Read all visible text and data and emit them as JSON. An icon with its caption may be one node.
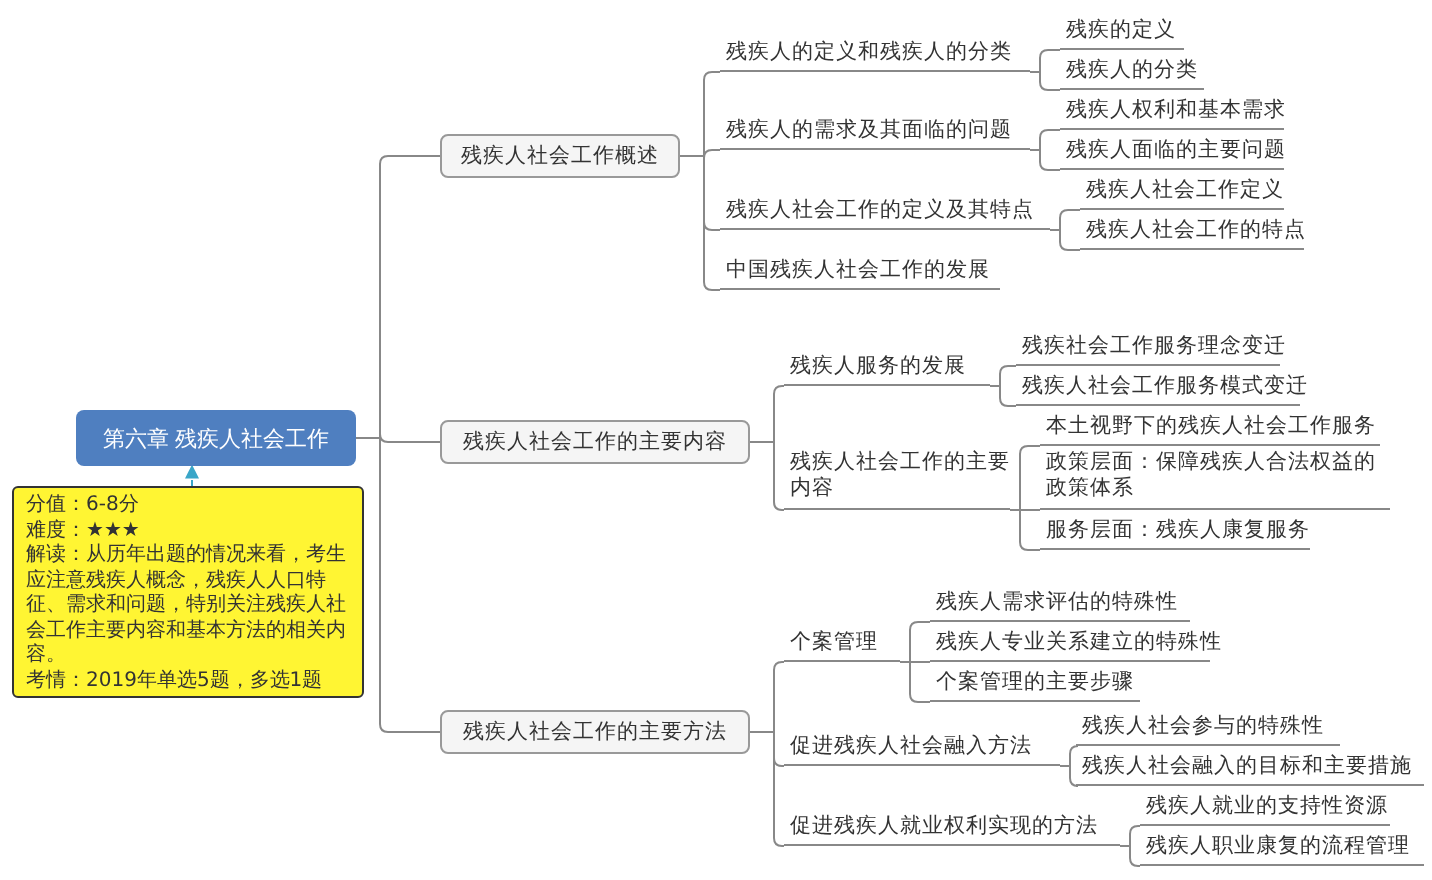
{
  "diagram": {
    "nodes": [
      {
        "text": [
          "第六章 残疾人社会工作"
        ]
      },
      {
        "text": [
          "分值：6-8分",
          "难度：★★★",
          "解读：从历年出题的情况来看，考生应注意残疾人概念，残疾人人口特征、需求和问题，特别关注残疾人社会工作主要内容和基本方法的相关内容。",
          "考情：2019年单选5题，多选1题"
        ]
      },
      {
        "text": [
          "残疾人社会工作概述"
        ]
      },
      {
        "text": [
          "残疾人的定义和残疾人的分类"
        ]
      },
      {
        "text": [
          "残疾的定义"
        ]
      },
      {
        "text": [
          "残疾人的分类"
        ]
      },
      {
        "text": [
          "残疾人的需求及其面临的问题"
        ]
      },
      {
        "text": [
          "残疾人权利和基本需求"
        ]
      },
      {
        "text": [
          "残疾人面临的主要问题"
        ]
      },
      {
        "text": [
          "残疾人社会工作的定义及其特点"
        ]
      },
      {
        "text": [
          "残疾人社会工作定义"
        ]
      },
      {
        "text": [
          "残疾人社会工作的特点"
        ]
      },
      {
        "text": [
          "中国残疾人社会工作的发展"
        ]
      },
      {
        "text": [
          "残疾人社会工作的主要内容"
        ]
      },
      {
        "text": [
          "残疾人服务的发展"
        ]
      },
      {
        "text": [
          "残疾社会工作服务理念变迁"
        ]
      },
      {
        "text": [
          "残疾人社会工作服务模式变迁"
        ]
      },
      {
        "text": [
          "残疾人社会工作的主要内容"
        ]
      },
      {
        "text": [
          "本土视野下的残疾人社会工作服务"
        ]
      },
      {
        "text": [
          "政策层面：保障残疾人合法权益的政策体系"
        ]
      },
      {
        "text": [
          "服务层面：残疾人康复服务"
        ]
      },
      {
        "text": [
          "残疾人社会工作的主要方法"
        ]
      },
      {
        "text": [
          "个案管理"
        ]
      },
      {
        "text": [
          "残疾人需求评估的特殊性"
        ]
      },
      {
        "text": [
          "残疾人专业关系建立的特殊性"
        ]
      },
      {
        "text": [
          "个案管理的主要步骤"
        ]
      },
      {
        "text": [
          "促进残疾人社会融入方法"
        ]
      },
      {
        "text": [
          "残疾人社会参与的特殊性"
        ]
      },
      {
        "text": [
          "残疾人社会融入的目标和主要措施"
        ]
      },
      {
        "text": [
          "促进残疾人就业权利实现的方法"
        ]
      },
      {
        "text": [
          "残疾人就业的支持性资源"
        ]
      },
      {
        "text": [
          "残疾人职业康复的流程管理"
        ]
      }
    ],
    "edges": [
      {
        "from": 1,
        "to": 0,
        "arrow": "to",
        "style": "dashed",
        "color": "#3aa6c8"
      },
      {
        "from": 0,
        "to": 2,
        "arrow": "none"
      },
      {
        "from": 0,
        "to": 13,
        "arrow": "none"
      },
      {
        "from": 0,
        "to": 21,
        "arrow": "none"
      },
      {
        "from": 2,
        "to": 3,
        "arrow": "none"
      },
      {
        "from": 2,
        "to": 6,
        "arrow": "none"
      },
      {
        "from": 2,
        "to": 9,
        "arrow": "none"
      },
      {
        "from": 2,
        "to": 12,
        "arrow": "none"
      },
      {
        "from": 3,
        "to": 4,
        "arrow": "none"
      },
      {
        "from": 3,
        "to": 5,
        "arrow": "none"
      },
      {
        "from": 6,
        "to": 7,
        "arrow": "none"
      },
      {
        "from": 6,
        "to": 8,
        "arrow": "none"
      },
      {
        "from": 9,
        "to": 10,
        "arrow": "none"
      },
      {
        "from": 9,
        "to": 11,
        "arrow": "none"
      },
      {
        "from": 13,
        "to": 14,
        "arrow": "none"
      },
      {
        "from": 13,
        "to": 17,
        "arrow": "none"
      },
      {
        "from": 14,
        "to": 15,
        "arrow": "none"
      },
      {
        "from": 14,
        "to": 16,
        "arrow": "none"
      },
      {
        "from": 17,
        "to": 18,
        "arrow": "none"
      },
      {
        "from": 17,
        "to": 19,
        "arrow": "none"
      },
      {
        "from": 17,
        "to": 20,
        "arrow": "none"
      },
      {
        "from": 21,
        "to": 22,
        "arrow": "none"
      },
      {
        "from": 21,
        "to": 26,
        "arrow": "none"
      },
      {
        "from": 21,
        "to": 29,
        "arrow": "none"
      },
      {
        "from": 22,
        "to": 23,
        "arrow": "none"
      },
      {
        "from": 22,
        "to": 24,
        "arrow": "none"
      },
      {
        "from": 22,
        "to": 25,
        "arrow": "none"
      },
      {
        "from": 26,
        "to": 27,
        "arrow": "none"
      },
      {
        "from": 26,
        "to": 28,
        "arrow": "none"
      },
      {
        "from": 29,
        "to": 30,
        "arrow": "none"
      },
      {
        "from": 29,
        "to": 31,
        "arrow": "none"
      }
    ]
  }
}
